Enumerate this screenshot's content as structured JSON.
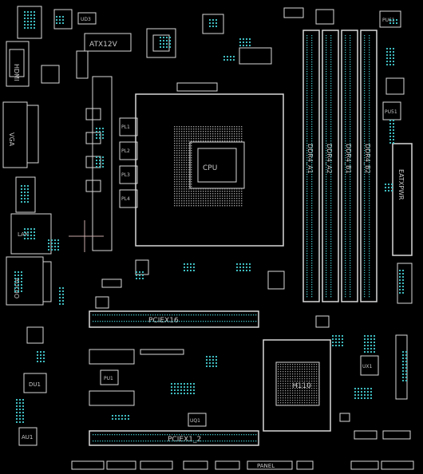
{
  "labels": {
    "hdmi": "HDMI",
    "vga": "VGA",
    "lan": "LAN",
    "audio": "AUDIO",
    "atx12v": "ATX12V",
    "cpu": "CPU",
    "ddr1": "DDR4_A1",
    "ddr2": "DDR4_A2",
    "ddr3": "DDR4_B1",
    "ddr4": "DDR4_B2",
    "eatxpwr": "EATXPWR",
    "pcie1": "PCIEX16",
    "pcie2": "PCIEX1_2",
    "pch": "H110",
    "panel": "PANEL",
    "du1": "DU1",
    "au1": "AU1",
    "pu1": "PU1",
    "ud3": "UD3",
    "pu61": "PU61",
    "pu51": "PU51",
    "pu1x": "PU1",
    "pl1": "PL1",
    "pl2": "PL2",
    "pl3": "PL3",
    "pl4": "PL4",
    "uq1": "UQ1",
    "ux1": "UX1"
  },
  "colors": {
    "background": "#000000",
    "outline": "#d8d8d8",
    "pad": "#3fbcc0",
    "grey_pad": "#9a9a9a"
  }
}
